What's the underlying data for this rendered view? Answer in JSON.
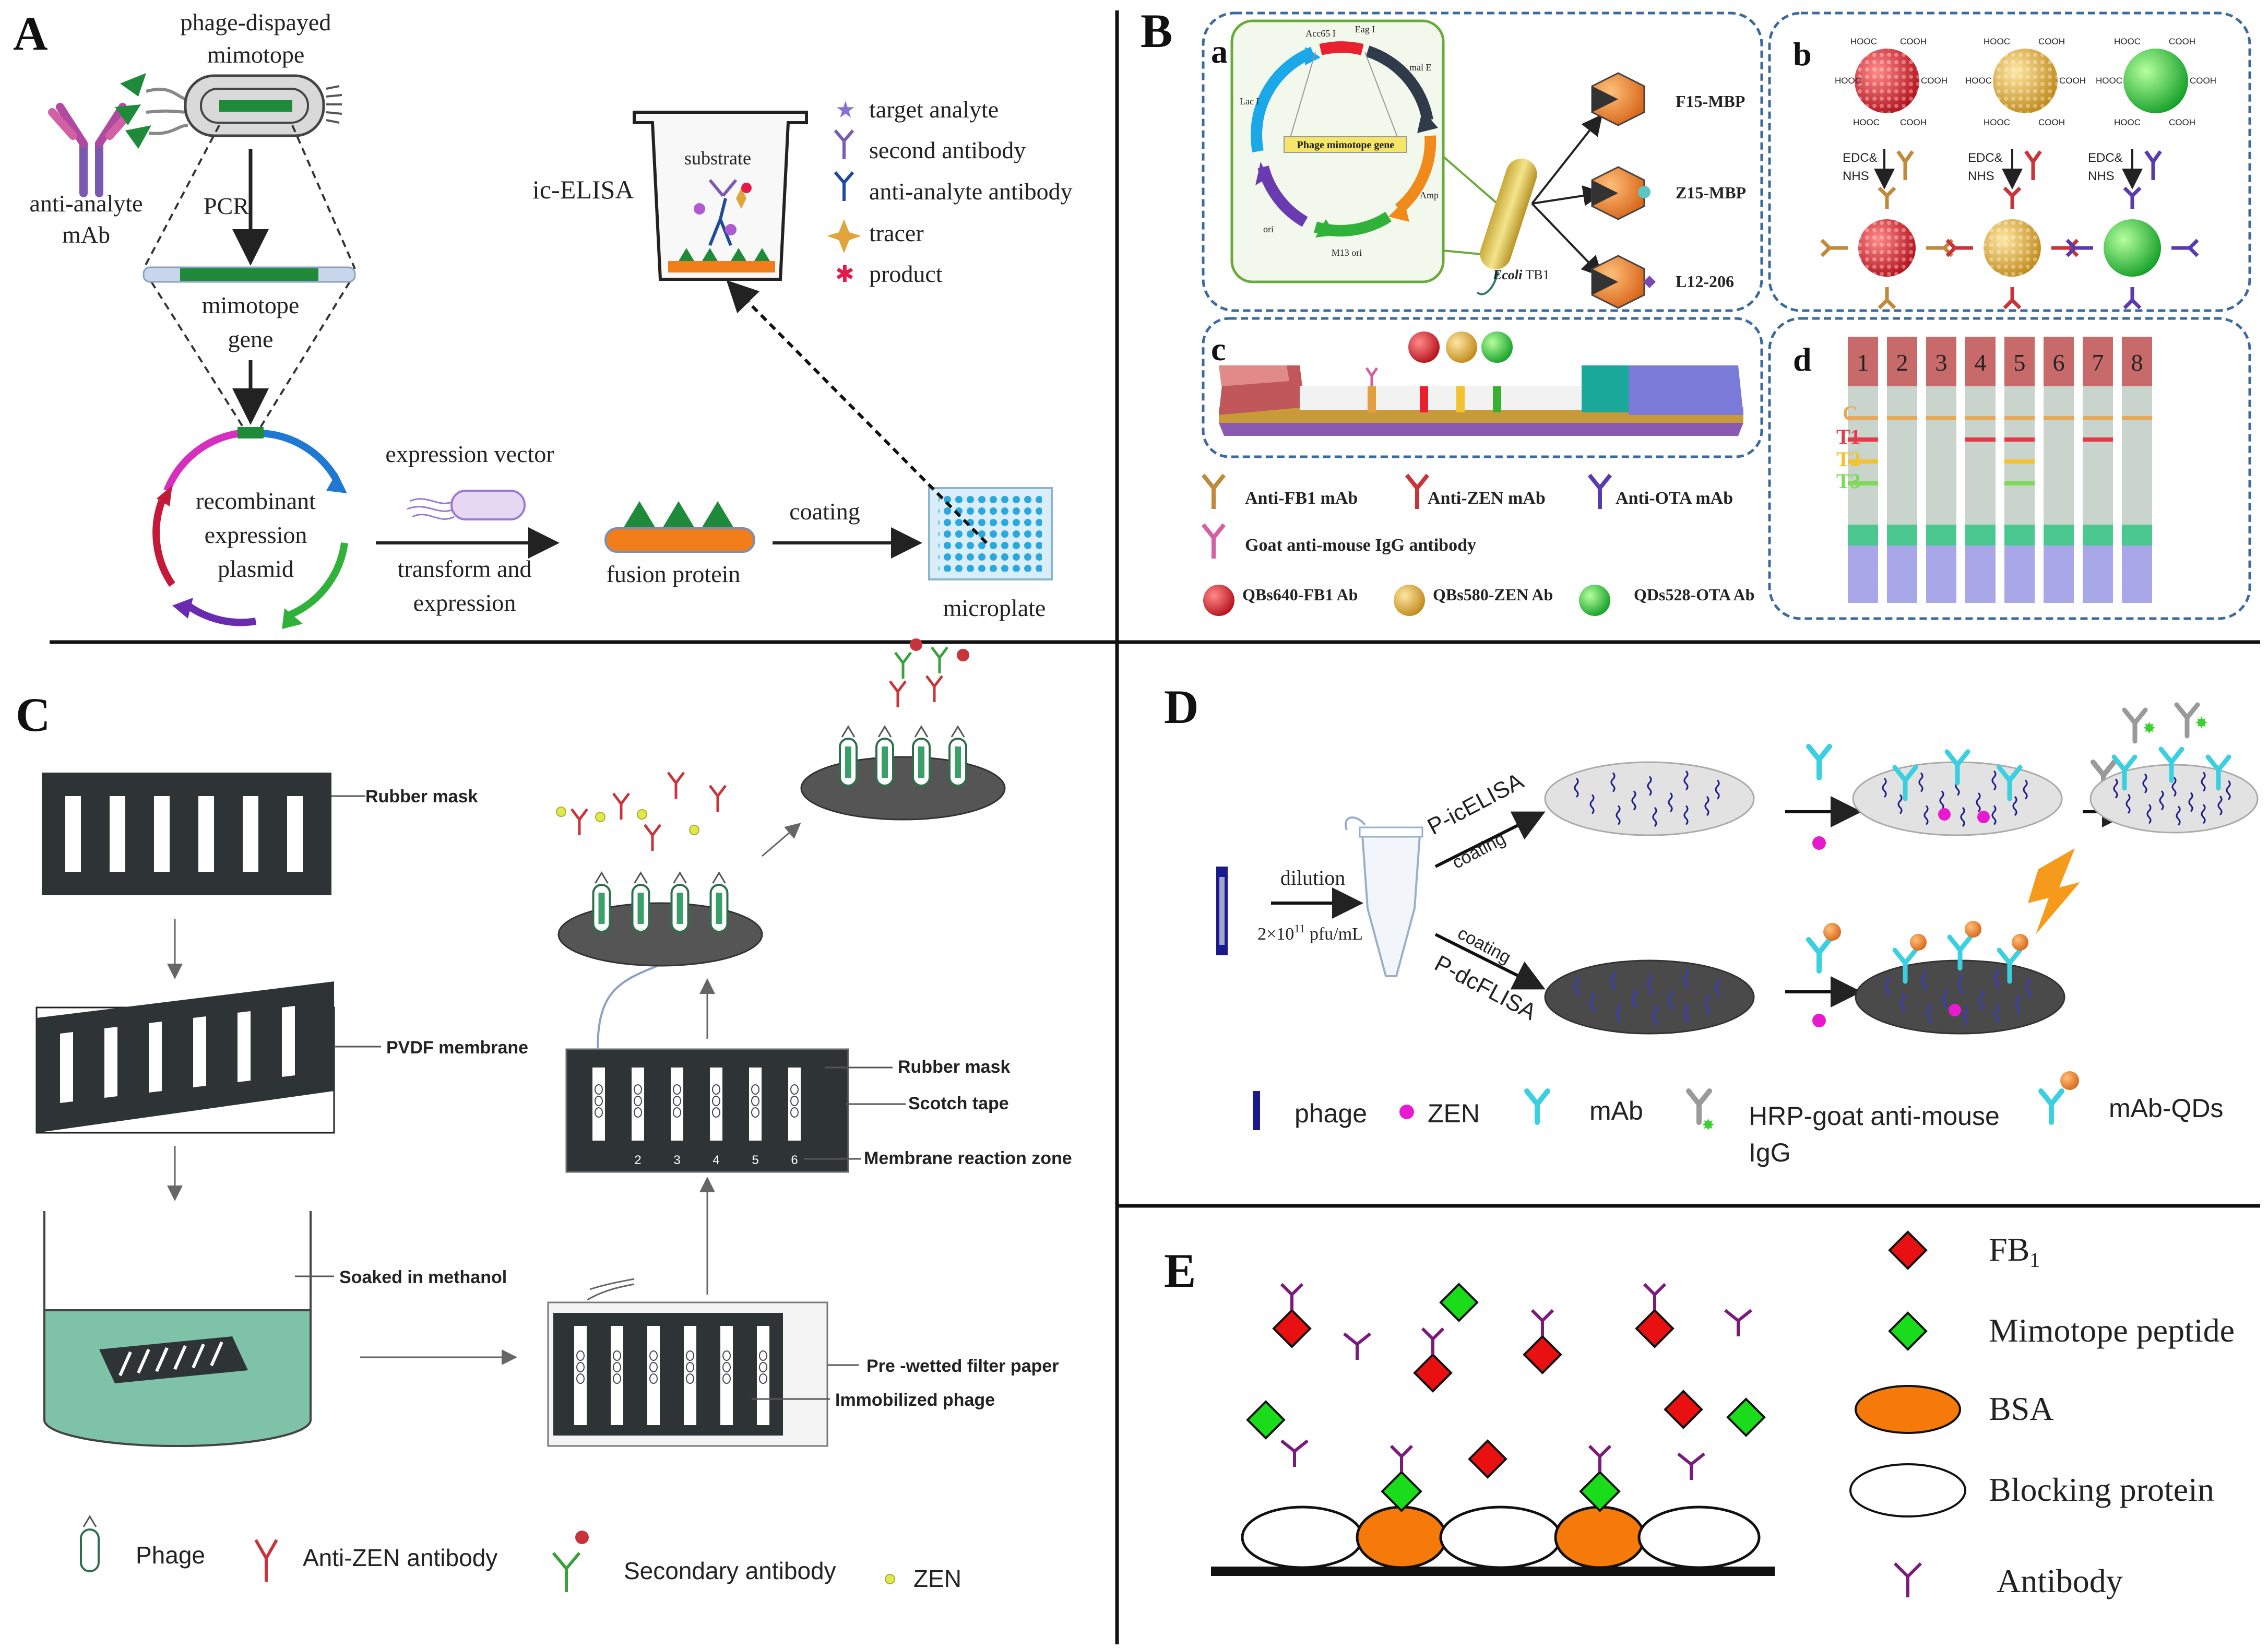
{
  "panels": {
    "A": {
      "label": "A",
      "phage_label_1": "phage-dispayed",
      "phage_label_2": "mimotope",
      "mab_label_1": "anti-analyte",
      "mab_label_2": "mAb",
      "pcr": "PCR",
      "gene_1": "mimotope",
      "gene_2": "gene",
      "plasmid_1": "recombinant",
      "plasmid_2": "expression",
      "plasmid_3": "plasmid",
      "expression_vector": "expression vector",
      "transform_1": "transform and",
      "transform_2": "expression",
      "fusion_protein": "fusion protein",
      "coating": "coating",
      "microplate": "microplate",
      "ic_elisa": "ic-ELISA",
      "substrate": "substrate",
      "legend": [
        "target analyte",
        "second antibody",
        "anti-analyte antibody",
        "tracer",
        "product"
      ]
    },
    "B": {
      "label": "B",
      "sub_a": "a",
      "sub_b": "b",
      "sub_c": "c",
      "sub_d": "d",
      "plasmid_labels": [
        "Acc65 I",
        "Eag I",
        "mal E",
        "Amp",
        "M13 ori",
        "ori",
        "Lac I"
      ],
      "phage_gene": "Phage mimotope gene",
      "ecoli": "Ecoli",
      "ecoli_strain": "TB1",
      "products": [
        "F15-MBP",
        "Z15-MBP",
        "L12-206"
      ],
      "edc_1": "EDC&",
      "edc_2": "NHS",
      "cooh": "COOH",
      "hooc": "HOOC",
      "legend": [
        "Anti-FB1 mAb",
        "Anti-ZEN mAb",
        "Anti-OTA mAb",
        "Goat anti-mouse IgG antibody",
        "QBs640-FB1 Ab",
        "QBs580-ZEN Ab",
        "QDs528-OTA Ab"
      ],
      "strip_numbers": [
        "1",
        "2",
        "3",
        "4",
        "5",
        "6",
        "7",
        "8"
      ],
      "lines": [
        "C",
        "T1",
        "T2",
        "T3"
      ],
      "colors": {
        "C": "#e8a85a",
        "T1": "#e8394a",
        "T2": "#f2c230",
        "T3": "#7ed957"
      }
    },
    "C": {
      "label": "C",
      "rubber_mask": "Rubber mask",
      "pvdf": "PVDF membrane",
      "methanol": "Soaked in methanol",
      "filter_paper": "Pre -wetted filter paper",
      "immobilized": "Immobilized phage",
      "rubber_mask_2": "Rubber mask",
      "scotch": "Scotch tape",
      "reaction_zone": "Membrane reaction zone",
      "strip_numbers": [
        "2",
        "3",
        "4",
        "5",
        "6"
      ],
      "legend": [
        "Phage",
        "Anti-ZEN antibody",
        "Secondary antibody",
        "ZEN"
      ]
    },
    "D": {
      "label": "D",
      "dilution": "dilution",
      "concentration": "2×10",
      "conc_exp": "11",
      "conc_unit": " pfu/mL",
      "p_icelisa": "P-icELISA",
      "p_dcflisa": "P-dcFLISA",
      "coating": "coating",
      "legend": [
        "phage",
        "ZEN",
        "mAb",
        "HRP-goat anti-mouse",
        "IgG",
        "mAb-QDs"
      ]
    },
    "E": {
      "label": "E",
      "legend": [
        "FB",
        "Mimotope peptide",
        "BSA",
        "Blocking protein",
        "Antibody"
      ],
      "fb_sub": "1"
    }
  }
}
